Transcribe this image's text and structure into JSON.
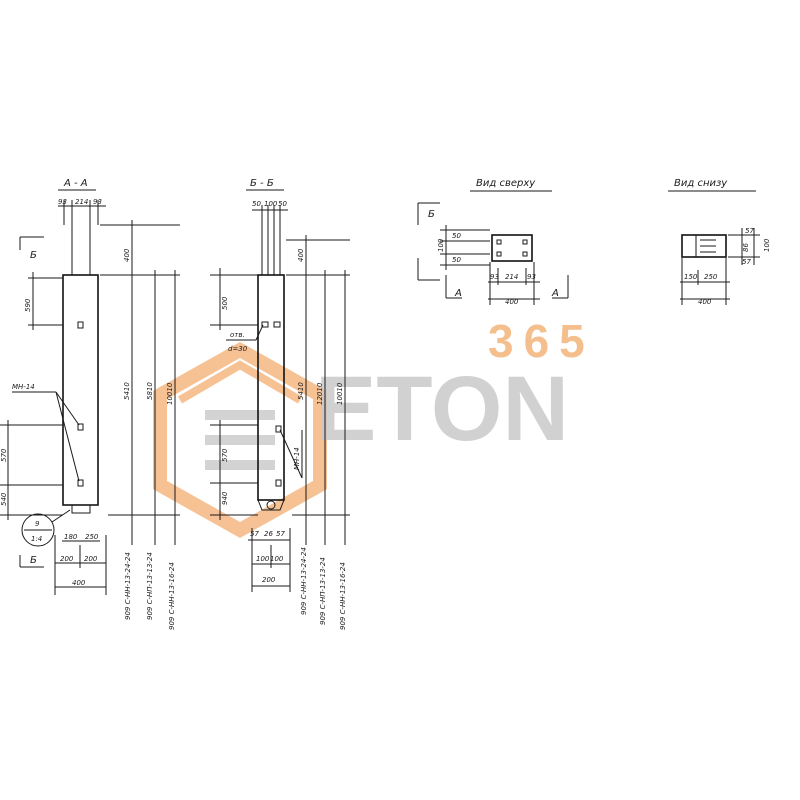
{
  "sections": {
    "aa": {
      "title": "А - А",
      "top_dims": [
        "93",
        "214",
        "93"
      ],
      "left_dims": [
        "590",
        "570",
        "540"
      ],
      "cut_marks": [
        "Б",
        "Б"
      ],
      "embed_label": "МН-14",
      "bottom_dims": [
        "180",
        "250",
        "200",
        "200",
        "400"
      ],
      "callout_top": "9",
      "callout_bottom": "1:4",
      "right_dims": [
        "400",
        "5410",
        "5810",
        "10010"
      ],
      "series_labels": [
        "909 С-НН-13-24-24",
        "909 С-НП-13-13-24",
        "909 С-НН-13-16-24"
      ]
    },
    "bb": {
      "title": "Б - Б",
      "top_dims": [
        "50",
        "100",
        "50"
      ],
      "left_dims": [
        "500",
        "570",
        "940"
      ],
      "hole_label_1": "отв.",
      "hole_label_2": "d=30",
      "embed_label": "МН-14",
      "bottom_dims": [
        "57",
        "26",
        "57",
        "100",
        "100",
        "200"
      ],
      "right_dims": [
        "400",
        "5410",
        "12010",
        "10010"
      ],
      "series_labels": [
        "909 С-НН-13-24-24",
        "909 С-НП-13-13-24",
        "909 С-НН-13-16-24"
      ]
    },
    "top_view": {
      "title": "Вид сверху",
      "cut_mark": "Б",
      "left_dims": [
        "50",
        "100",
        "50"
      ],
      "bottom_dims": [
        "93",
        "214",
        "93"
      ],
      "overall": "400",
      "section_marks": [
        "А",
        "А"
      ]
    },
    "bottom_view": {
      "title": "Вид снизу",
      "right_dims": [
        "57",
        "86",
        "57",
        "100"
      ],
      "bottom_dims": [
        "150",
        "250"
      ],
      "overall": "400"
    }
  },
  "watermark": {
    "digits": "365",
    "word": "ETON"
  },
  "colors": {
    "ink": "#1a1a1a",
    "watermark_orange": "#f4b37a",
    "watermark_gray": "#c9c9c9"
  }
}
